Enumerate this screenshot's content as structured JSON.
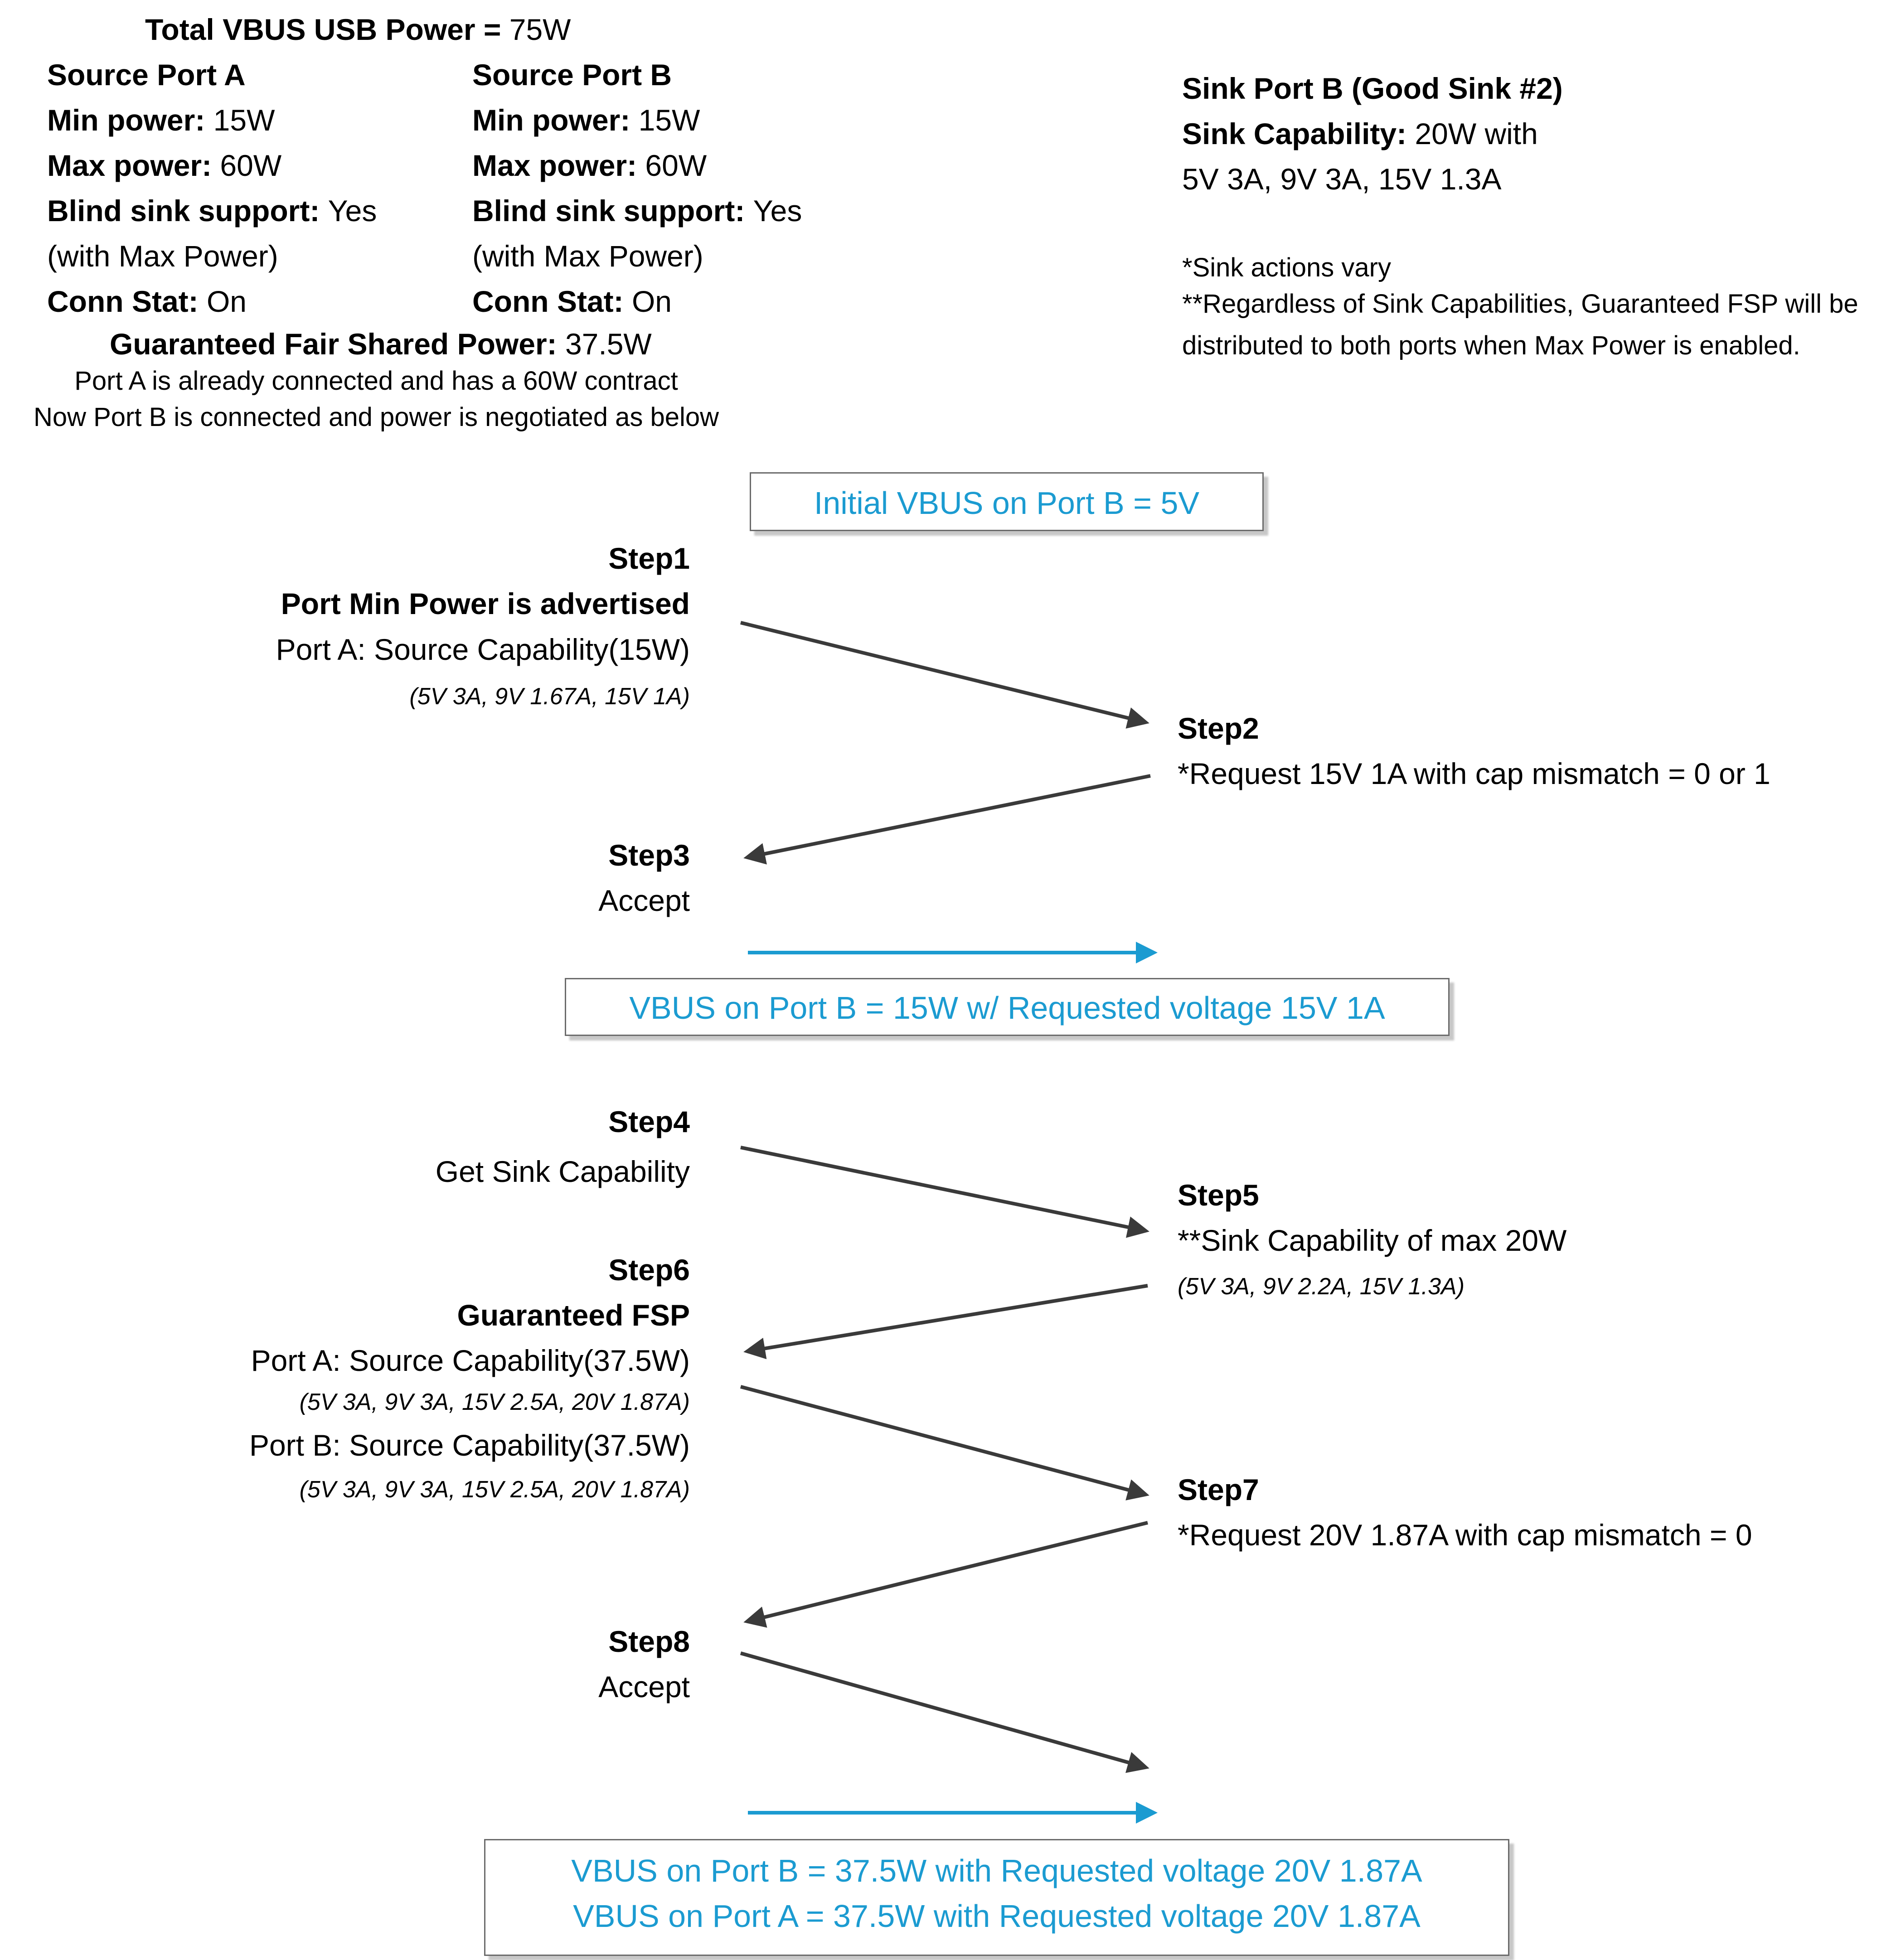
{
  "header": {
    "total_label": "Total VBUS USB Power = ",
    "total_value": "75W",
    "port_a": {
      "title": "Source Port A",
      "min_label": "Min power: ",
      "min_value": "15W",
      "max_label": "Max power: ",
      "max_value": "60W",
      "blind_label": "Blind sink support: ",
      "blind_value": "Yes",
      "blind_note": "(with Max Power)",
      "conn_label": "Conn Stat: ",
      "conn_value": "On"
    },
    "port_b": {
      "title": "Source Port B",
      "min_label": "Min power: ",
      "min_value": "15W",
      "max_label": "Max power: ",
      "max_value": "60W",
      "blind_label": "Blind sink support: ",
      "blind_value": "Yes",
      "blind_note": "(with Max Power)",
      "conn_label": "Conn Stat: ",
      "conn_value": "On"
    },
    "fsp_label": "Guaranteed Fair Shared Power: ",
    "fsp_value": "37.5W",
    "note_1": "Port A is already connected and has a 60W contract",
    "note_2": "Now Port B is connected and power is negotiated as below"
  },
  "sink": {
    "title": "Sink Port B (Good Sink #2)",
    "cap_label": "Sink Capability: ",
    "cap_value": "20W with",
    "cap_values": "5V 3A, 9V 3A, 15V 1.3A",
    "footnote_1": "*Sink actions vary",
    "footnote_2": "**Regardless of Sink Capabilities, Guaranteed FSP will be",
    "footnote_3": "distributed to both ports when Max Power is enabled."
  },
  "boxes": {
    "initial": "Initial VBUS on Port B = 5V",
    "mid": "VBUS on Port B = 15W w/ Requested voltage 15V 1A",
    "final_1": "VBUS on Port B = 37.5W with Requested voltage 20V 1.87A",
    "final_2": "VBUS on Port A = 37.5W with Requested voltage 20V 1.87A"
  },
  "steps": {
    "step1": {
      "title": "Step1",
      "subtitle": "Port Min Power is advertised",
      "line": "Port A: Source Capability(15W)",
      "detail": "(5V 3A, 9V 1.67A, 15V 1A)"
    },
    "step2": {
      "title": "Step2",
      "line": "*Request 15V 1A with cap mismatch = 0 or 1"
    },
    "step3": {
      "title": "Step3",
      "line": "Accept"
    },
    "step4": {
      "title": "Step4",
      "line": "Get Sink Capability"
    },
    "step5": {
      "title": "Step5",
      "line": "**Sink Capability of max 20W",
      "detail": "(5V 3A, 9V 2.2A, 15V 1.3A)"
    },
    "step6": {
      "title": "Step6",
      "subtitle": "Guaranteed FSP",
      "line_a": "Port A: Source Capability(37.5W)",
      "detail_a": "(5V 3A, 9V 3A, 15V 2.5A, 20V 1.87A)",
      "line_b": "Port B: Source Capability(37.5W)",
      "detail_b": "(5V 3A, 9V 3A, 15V 2.5A, 20V 1.87A)"
    },
    "step7": {
      "title": "Step7",
      "line": "*Request 20V 1.87A with cap mismatch = 0"
    },
    "step8": {
      "title": "Step8",
      "line": "Accept"
    }
  },
  "colors": {
    "accent_blue": "#1b9bd1",
    "arrow_dark": "#3a3a3a",
    "box_border": "#6b6b6b"
  }
}
